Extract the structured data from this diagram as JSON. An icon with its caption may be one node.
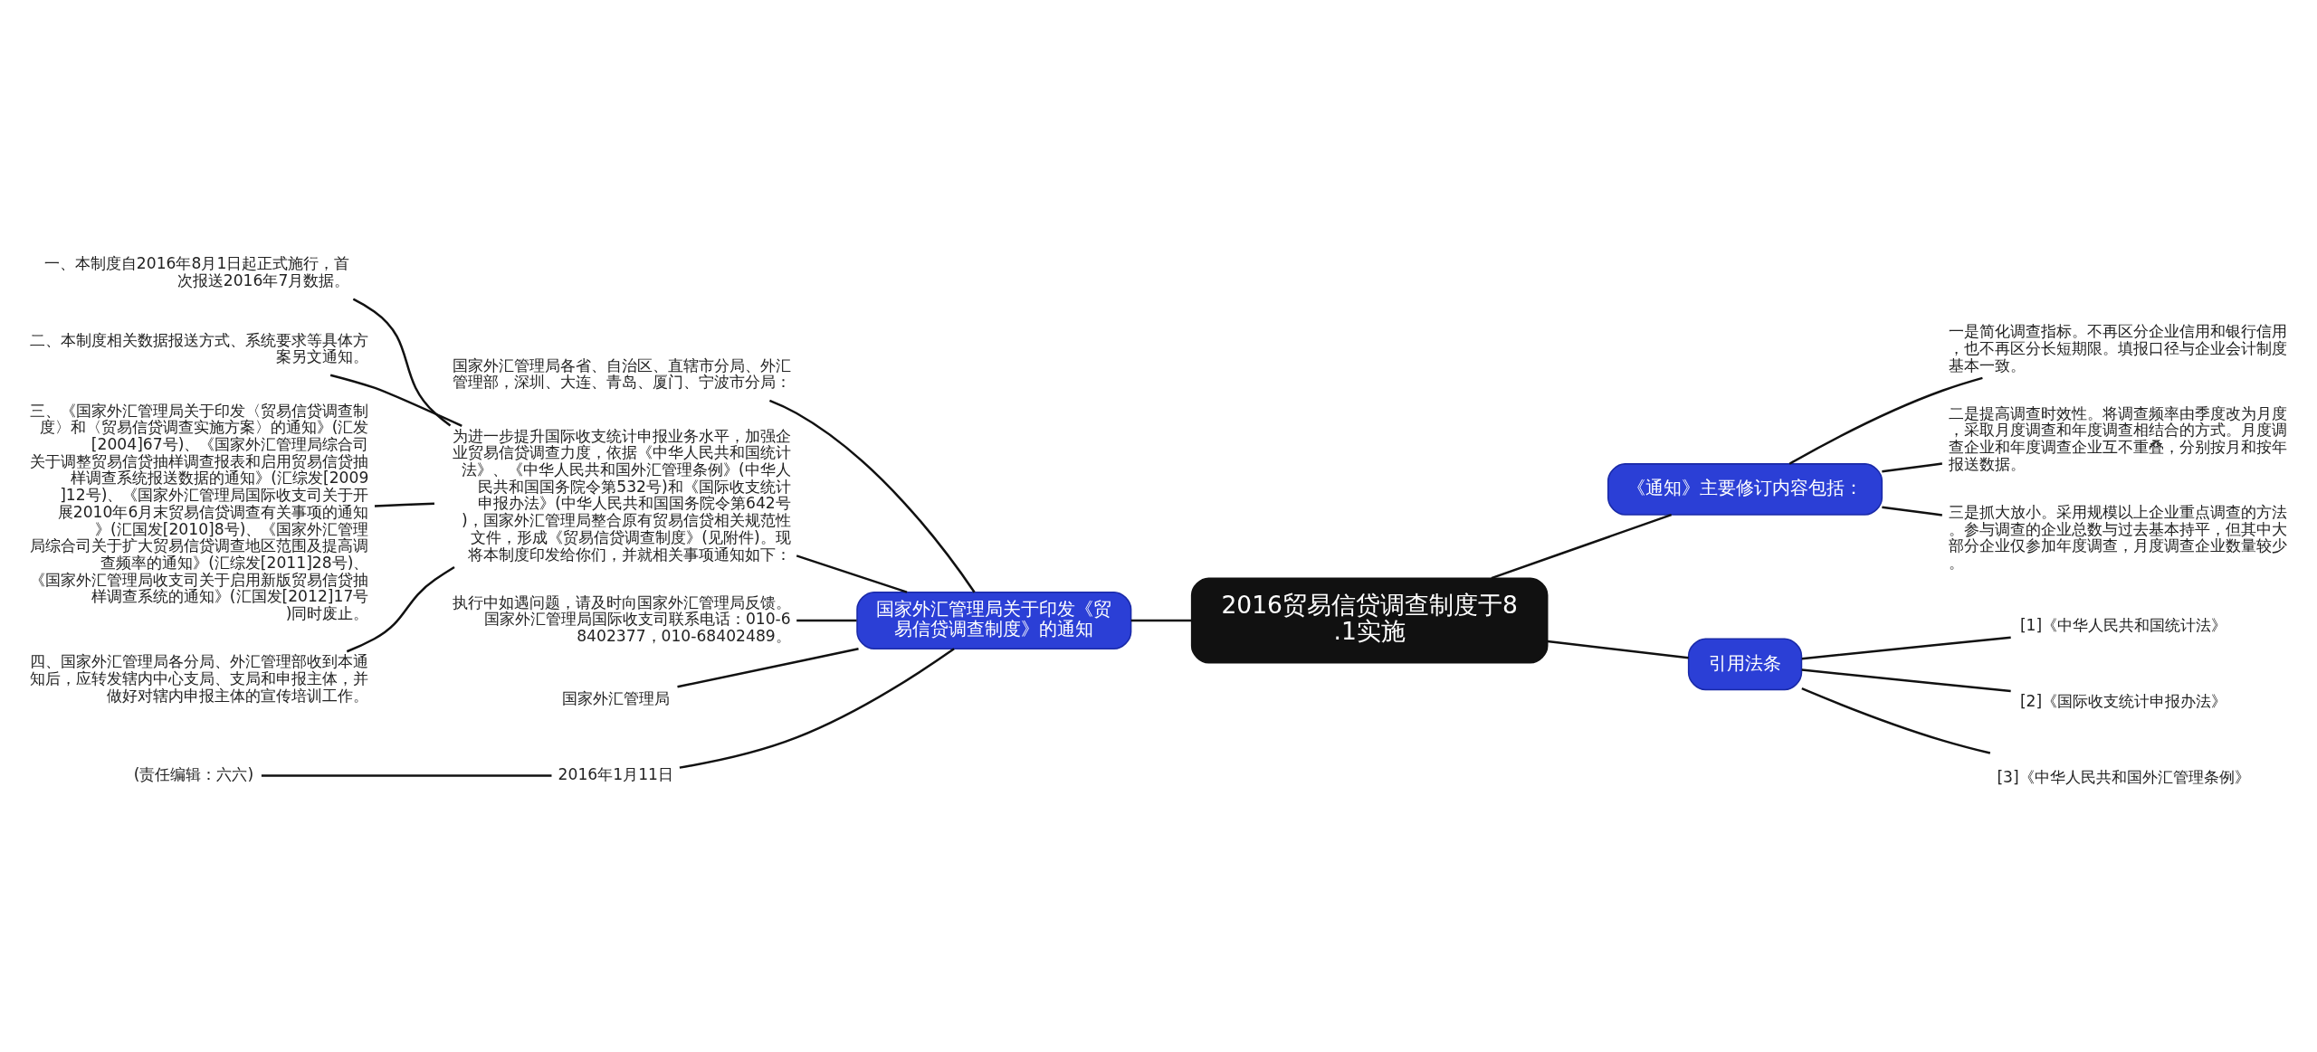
{
  "diagram": {
    "nodes": [
      {
        "text": [
          "2016贸易信贷调查制度于8.1实施"
        ]
      },
      {
        "text": [
          "国家外汇管理局关于印发《贸易信贷调查制度》的通知"
        ]
      },
      {
        "text": [
          "国家外汇管理局各省、自治区、直辖市分局、外汇管理部，深圳、大连、青岛、厦门、宁波市分局："
        ]
      },
      {
        "text": [
          "为进一步提升国际收支统计申报业务水平，加强企业贸易信贷调查力度，依据《中华人民共和国统计法》、《中华人民共和国外汇管理条例》(中华人民共和国国务院令第532号)和《国际收支统计申报办法》(中华人民共和国国务院令第642号)，国家外汇管理局整合原有贸易信贷相关规范性文件，形成《贸易信贷调查制度》(见附件)。现将本制度印发给你们，并就相关事项通知如下："
        ]
      },
      {
        "text": [
          "一、本制度自2016年8月1日起正式施行，首次报送2016年7月数据。"
        ]
      },
      {
        "text": [
          "二、本制度相关数据报送方式、系统要求等具体方案另文通知。"
        ]
      },
      {
        "text": [
          "三、《国家外汇管理局关于印发〈贸易信贷调查制度〉和〈贸易信贷调查实施方案〉的通知》(汇发[2004]67号)、《国家外汇管理局综合司关于调整贸易信贷抽样调查报表和启用贸易信贷抽样调查系统报送数据的通知》(汇综发[2009]12号)、《国家外汇管理局国际收支司关于开展2010年6月末贸易信贷调查有关事项的通知》(汇国发[2010]8号)、《国家外汇管理局综合司关于扩大贸易信贷调查地区范围及提高调查频率的通知》(汇综发[2011]28号)、《国家外汇管理局收支司关于启用新版贸易信贷抽样调查系统的通知》(汇国发[2012]17号)同时废止。"
        ]
      },
      {
        "text": [
          "四、国家外汇管理局各分局、外汇管理部收到本通知后，应转发辖内中心支局、支局和申报主体，并做好对辖内申报主体的宣传培训工作。"
        ]
      },
      {
        "text": [
          "执行中如遇问题，请及时向国家外汇管理局反馈。国家外汇管理局国际收支司联系电话：010-68402377，010-68402489。"
        ]
      },
      {
        "text": [
          "国家外汇管理局"
        ]
      },
      {
        "text": [
          "2016年1月11日"
        ]
      },
      {
        "text": [
          "(责任编辑：六六)"
        ]
      },
      {
        "text": [
          "《通知》主要修订内容包括："
        ]
      },
      {
        "text": [
          "一是简化调查指标。不再区分企业信用和银行信用，也不再区分长短期限。填报口径与企业会计制度基本一致。"
        ]
      },
      {
        "text": [
          "二是提高调查时效性。将调查频率由季度改为月度，采取月度调查和年度调查相结合的方式。月度调查企业和年度调查企业互不重叠，分别按月和按年报送数据。"
        ]
      },
      {
        "text": [
          "三是抓大放小。采用规模以上企业重点调查的方法。参与调查的企业总数与过去基本持平，但其中大部分企业仅参加年度调查，月度调查企业数量较少。"
        ]
      },
      {
        "text": [
          "引用法条"
        ]
      },
      {
        "text": [
          "[1]《中华人民共和国统计法》"
        ]
      },
      {
        "text": [
          "[2]《国际收支统计申报办法》"
        ]
      },
      {
        "text": [
          "[3]《中华人民共和国外汇管理条例》"
        ]
      }
    ],
    "edges": [
      {
        "from": 0,
        "to": 1,
        "arrow": "none"
      },
      {
        "from": 1,
        "to": 2,
        "arrow": "none"
      },
      {
        "from": 1,
        "to": 3,
        "arrow": "none"
      },
      {
        "from": 3,
        "to": 4,
        "arrow": "none"
      },
      {
        "from": 3,
        "to": 5,
        "arrow": "none"
      },
      {
        "from": 3,
        "to": 6,
        "arrow": "none"
      },
      {
        "from": 3,
        "to": 7,
        "arrow": "none"
      },
      {
        "from": 1,
        "to": 8,
        "arrow": "none"
      },
      {
        "from": 1,
        "to": 9,
        "arrow": "none"
      },
      {
        "from": 1,
        "to": 10,
        "arrow": "none"
      },
      {
        "from": 10,
        "to": 11,
        "arrow": "none"
      },
      {
        "from": 0,
        "to": 12,
        "arrow": "none"
      },
      {
        "from": 12,
        "to": 13,
        "arrow": "none"
      },
      {
        "from": 12,
        "to": 14,
        "arrow": "none"
      },
      {
        "from": 12,
        "to": 15,
        "arrow": "none"
      },
      {
        "from": 0,
        "to": 16,
        "arrow": "none"
      },
      {
        "from": 16,
        "to": 17,
        "arrow": "none"
      },
      {
        "from": 16,
        "to": 18,
        "arrow": "none"
      },
      {
        "from": 16,
        "to": 19,
        "arrow": "none"
      }
    ]
  }
}
